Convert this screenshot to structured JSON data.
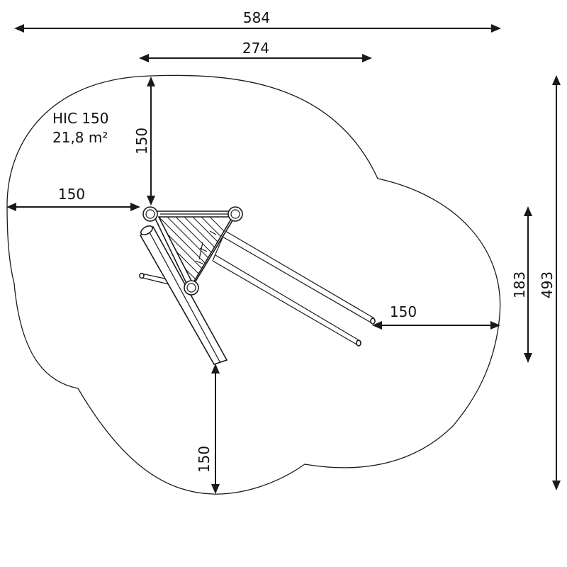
{
  "safety_area": {
    "hic_label": "HIC 150",
    "area_label": "21,8 m²"
  },
  "dimensions": {
    "overall_width": "584",
    "platform_width": "274",
    "top_clearance": "150",
    "left_clearance": "150",
    "right_clearance": "150",
    "bottom_clearance": "150",
    "slide_depth": "183",
    "overall_depth": "493"
  },
  "colors": {
    "line": "#1a1a1a",
    "background": "#ffffff"
  }
}
